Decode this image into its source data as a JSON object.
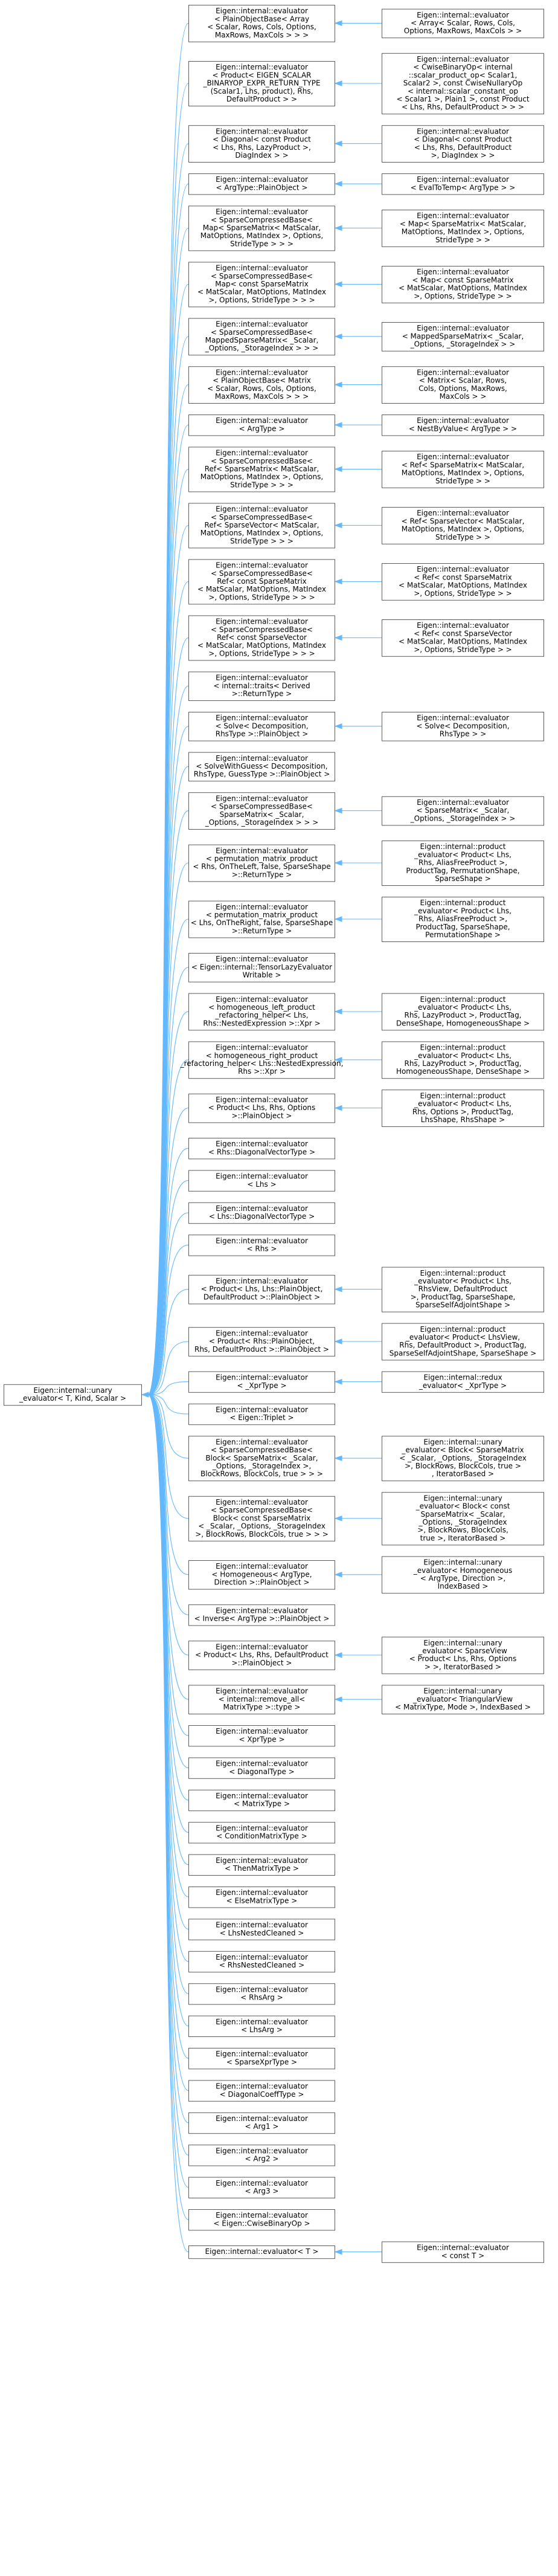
{
  "colors": {
    "edge": "#63b8ff",
    "node_border": "#5a5a5a",
    "background": "#ffffff",
    "text": "#000000"
  },
  "root": {
    "label": [
      "Eigen::internal::unary",
      "_evaluator< T, Kind, Scalar >"
    ]
  },
  "rows": [
    {
      "mid": [
        "Eigen::internal::evaluator",
        "< PlainObjectBase< Array",
        "< Scalar, Rows, Cols, Options,",
        "MaxRows, MaxCols > > >"
      ],
      "right": [
        "Eigen::internal::evaluator",
        "< Array< Scalar, Rows, Cols,",
        "Options, MaxRows, MaxCols > >"
      ]
    },
    {
      "mid": [
        "Eigen::internal::evaluator",
        "< Product< EIGEN_SCALAR",
        "_BINARYOP_EXPR_RETURN_TYPE",
        "(Scalar1, Lhs, product), Rhs,",
        "DefaultProduct > >"
      ],
      "right": [
        "Eigen::internal::evaluator",
        "< CwiseBinaryOp< internal",
        "::scalar_product_op< Scalar1,",
        "Scalar2 >, const CwiseNullaryOp",
        "< internal::scalar_constant_op",
        "< Scalar1 >, Plain1 >, const Product",
        "< Lhs, Rhs, DefaultProduct > > >"
      ]
    },
    {
      "mid": [
        "Eigen::internal::evaluator",
        "< Diagonal< const Product",
        "< Lhs, Rhs, LazyProduct >,",
        "DiagIndex > >"
      ],
      "right": [
        "Eigen::internal::evaluator",
        "< Diagonal< const Product",
        "< Lhs, Rhs, DefaultProduct",
        ">, DiagIndex > >"
      ]
    },
    {
      "mid": [
        "Eigen::internal::evaluator",
        "< ArgType::PlainObject >"
      ],
      "right": [
        "Eigen::internal::evaluator",
        "< EvalToTemp< ArgType > >"
      ]
    },
    {
      "mid": [
        "Eigen::internal::evaluator",
        "< SparseCompressedBase<",
        "Map< SparseMatrix< MatScalar,",
        "MatOptions, MatIndex >, Options,",
        "StrideType > > >"
      ],
      "right": [
        "Eigen::internal::evaluator",
        "< Map< SparseMatrix< MatScalar,",
        "MatOptions, MatIndex >, Options,",
        "StrideType > >"
      ]
    },
    {
      "mid": [
        "Eigen::internal::evaluator",
        "< SparseCompressedBase<",
        "Map< const SparseMatrix",
        "< MatScalar, MatOptions, MatIndex",
        ">, Options, StrideType > > >"
      ],
      "right": [
        "Eigen::internal::evaluator",
        "< Map< const SparseMatrix",
        "< MatScalar, MatOptions, MatIndex",
        ">, Options, StrideType > >"
      ]
    },
    {
      "mid": [
        "Eigen::internal::evaluator",
        "< SparseCompressedBase<",
        "MappedSparseMatrix< _Scalar,",
        "_Options, _StorageIndex > > >"
      ],
      "right": [
        "Eigen::internal::evaluator",
        "< MappedSparseMatrix< _Scalar,",
        "_Options, _StorageIndex > >"
      ]
    },
    {
      "mid": [
        "Eigen::internal::evaluator",
        "< PlainObjectBase< Matrix",
        "< Scalar, Rows, Cols, Options,",
        "MaxRows, MaxCols > > >"
      ],
      "right": [
        "Eigen::internal::evaluator",
        "< Matrix< Scalar, Rows,",
        "Cols, Options, MaxRows,",
        "MaxCols > >"
      ]
    },
    {
      "mid": [
        "Eigen::internal::evaluator",
        "< ArgType >"
      ],
      "right": [
        "Eigen::internal::evaluator",
        "< NestByValue< ArgType > >"
      ]
    },
    {
      "mid": [
        "Eigen::internal::evaluator",
        "< SparseCompressedBase<",
        "Ref< SparseMatrix< MatScalar,",
        "MatOptions, MatIndex >, Options,",
        "StrideType > > >"
      ],
      "right": [
        "Eigen::internal::evaluator",
        "< Ref< SparseMatrix< MatScalar,",
        "MatOptions, MatIndex >, Options,",
        "StrideType > >"
      ]
    },
    {
      "mid": [
        "Eigen::internal::evaluator",
        "< SparseCompressedBase<",
        "Ref< SparseVector< MatScalar,",
        "MatOptions, MatIndex >, Options,",
        "StrideType > > >"
      ],
      "right": [
        "Eigen::internal::evaluator",
        "< Ref< SparseVector< MatScalar,",
        "MatOptions, MatIndex >, Options,",
        "StrideType > >"
      ]
    },
    {
      "mid": [
        "Eigen::internal::evaluator",
        "< SparseCompressedBase<",
        "Ref< const SparseMatrix",
        "< MatScalar, MatOptions, MatIndex",
        ">, Options, StrideType > > >"
      ],
      "right": [
        "Eigen::internal::evaluator",
        "< Ref< const SparseMatrix",
        "< MatScalar, MatOptions, MatIndex",
        ">, Options, StrideType > >"
      ]
    },
    {
      "mid": [
        "Eigen::internal::evaluator",
        "< SparseCompressedBase<",
        "Ref< const SparseVector",
        "< MatScalar, MatOptions, MatIndex",
        ">, Options, StrideType > > >"
      ],
      "right": [
        "Eigen::internal::evaluator",
        "< Ref< const SparseVector",
        "< MatScalar, MatOptions, MatIndex",
        ">, Options, StrideType > >"
      ]
    },
    {
      "mid": [
        "Eigen::internal::evaluator",
        "< internal::traits< Derived",
        ">::ReturnType >"
      ]
    },
    {
      "mid": [
        "Eigen::internal::evaluator",
        "< Solve< Decomposition,",
        "RhsType >::PlainObject >"
      ],
      "right": [
        "Eigen::internal::evaluator",
        "< Solve< Decomposition,",
        "RhsType > >"
      ]
    },
    {
      "mid": [
        "Eigen::internal::evaluator",
        "< SolveWithGuess< Decomposition,",
        "RhsType, GuessType >::PlainObject >"
      ]
    },
    {
      "mid": [
        "Eigen::internal::evaluator",
        "< SparseCompressedBase<",
        "SparseMatrix< _Scalar,",
        "_Options, _StorageIndex > > >"
      ],
      "right": [
        "Eigen::internal::evaluator",
        "< SparseMatrix< _Scalar,",
        "_Options, _StorageIndex > >"
      ]
    },
    {
      "mid": [
        "Eigen::internal::evaluator",
        "< permutation_matrix_product",
        "< Rhs, OnTheLeft, false, SparseShape",
        ">::ReturnType >"
      ],
      "right": [
        "Eigen::internal::product",
        "_evaluator< Product< Lhs,",
        "Rhs, AliasFreeProduct >,",
        "ProductTag, PermutationShape,",
        "SparseShape >"
      ]
    },
    {
      "mid": [
        "Eigen::internal::evaluator",
        "< permutation_matrix_product",
        "< Lhs, OnTheRight, false, SparseShape",
        ">::ReturnType >"
      ],
      "right": [
        "Eigen::internal::product",
        "_evaluator< Product< Lhs,",
        "Rhs, AliasFreeProduct >,",
        "ProductTag, SparseShape,",
        "PermutationShape >"
      ]
    },
    {
      "mid": [
        "Eigen::internal::evaluator",
        "< Eigen::internal::TensorLazyEvaluator",
        "Writable >"
      ]
    },
    {
      "mid": [
        "Eigen::internal::evaluator",
        "< homogeneous_left_product",
        "_refactoring_helper< Lhs,",
        "Rhs::NestedExpression >::Xpr >"
      ],
      "right": [
        "Eigen::internal::product",
        "_evaluator< Product< Lhs,",
        "Rhs, LazyProduct >, ProductTag,",
        "DenseShape, HomogeneousShape >"
      ]
    },
    {
      "mid": [
        "Eigen::internal::evaluator",
        "< homogeneous_right_product",
        "_refactoring_helper< Lhs::NestedExpression,",
        "Rhs >::Xpr >"
      ],
      "right": [
        "Eigen::internal::product",
        "_evaluator< Product< Lhs,",
        "Rhs, LazyProduct >, ProductTag,",
        "HomogeneousShape, DenseShape >"
      ]
    },
    {
      "mid": [
        "Eigen::internal::evaluator",
        "< Product< Lhs, Rhs, Options",
        ">::PlainObject >"
      ],
      "right": [
        "Eigen::internal::product",
        "_evaluator< Product< Lhs,",
        "Rhs, Options >, ProductTag,",
        "LhsShape, RhsShape >"
      ]
    },
    {
      "mid": [
        "Eigen::internal::evaluator",
        "< Rhs::DiagonalVectorType >"
      ]
    },
    {
      "mid": [
        "Eigen::internal::evaluator",
        "< Lhs >"
      ]
    },
    {
      "mid": [
        "Eigen::internal::evaluator",
        "< Lhs::DiagonalVectorType >"
      ]
    },
    {
      "mid": [
        "Eigen::internal::evaluator",
        "< Rhs >"
      ]
    },
    {
      "mid": [
        "Eigen::internal::evaluator",
        "< Product< Lhs, Lhs::PlainObject,",
        "DefaultProduct >::PlainObject >"
      ],
      "right": [
        "Eigen::internal::product",
        "_evaluator< Product< Lhs,",
        "RhsView, DefaultProduct",
        ">, ProductTag, SparseShape,",
        "SparseSelfAdjointShape >"
      ]
    },
    {
      "mid": [
        "Eigen::internal::evaluator",
        "< Product< Rhs::PlainObject,",
        "Rhs, DefaultProduct >::PlainObject >"
      ],
      "right": [
        "Eigen::internal::product",
        "_evaluator< Product< LhsView,",
        "Rhs, DefaultProduct >, ProductTag,",
        "SparseSelfAdjointShape, SparseShape >"
      ]
    },
    {
      "mid": [
        "Eigen::internal::evaluator",
        "< _XprType >"
      ],
      "right": [
        "Eigen::internal::redux",
        "_evaluator< _XprType >"
      ]
    },
    {
      "mid": [
        "Eigen::internal::evaluator",
        "< Eigen::Triplet >"
      ]
    },
    {
      "mid": [
        "Eigen::internal::evaluator",
        "< SparseCompressedBase<",
        "Block< SparseMatrix< _Scalar,",
        "_Options, _StorageIndex >,",
        "BlockRows, BlockCols, true > > >"
      ],
      "right": [
        "Eigen::internal::unary",
        "_evaluator< Block< SparseMatrix",
        "< _Scalar, _Options, _StorageIndex",
        " >, BlockRows, BlockCols, true >",
        ", IteratorBased >"
      ]
    },
    {
      "mid": [
        "Eigen::internal::evaluator",
        "< SparseCompressedBase<",
        "Block< const SparseMatrix",
        "< _Scalar, _Options, _StorageIndex",
        ">, BlockRows, BlockCols, true > > >"
      ],
      "right": [
        "Eigen::internal::unary",
        "_evaluator< Block< const",
        "SparseMatrix< _Scalar,",
        "_Options, _StorageIndex",
        ">, BlockRows, BlockCols,",
        "true >, IteratorBased >"
      ]
    },
    {
      "mid": [
        "Eigen::internal::evaluator",
        "< Homogeneous< ArgType,",
        "Direction >::PlainObject >"
      ],
      "right": [
        "Eigen::internal::unary",
        "_evaluator< Homogeneous",
        "< ArgType, Direction >,",
        "IndexBased >"
      ]
    },
    {
      "mid": [
        "Eigen::internal::evaluator",
        "< Inverse< ArgType >::PlainObject >"
      ]
    },
    {
      "mid": [
        "Eigen::internal::evaluator",
        "< Product< Lhs, Rhs, DefaultProduct",
        ">::PlainObject >"
      ],
      "right": [
        "Eigen::internal::unary",
        "_evaluator< SparseView",
        "< Product< Lhs, Rhs, Options",
        "> >, IteratorBased >"
      ]
    },
    {
      "mid": [
        "Eigen::internal::evaluator",
        "< internal::remove_all<",
        "MatrixType >::type >"
      ],
      "right": [
        "Eigen::internal::unary",
        "_evaluator< TriangularView",
        "< MatrixType, Mode >, IndexBased >"
      ]
    },
    {
      "mid": [
        "Eigen::internal::evaluator",
        "< XprType >"
      ]
    },
    {
      "mid": [
        "Eigen::internal::evaluator",
        "< DiagonalType >"
      ]
    },
    {
      "mid": [
        "Eigen::internal::evaluator",
        "< MatrixType >"
      ]
    },
    {
      "mid": [
        "Eigen::internal::evaluator",
        "< ConditionMatrixType >"
      ]
    },
    {
      "mid": [
        "Eigen::internal::evaluator",
        "< ThenMatrixType >"
      ]
    },
    {
      "mid": [
        "Eigen::internal::evaluator",
        "< ElseMatrixType >"
      ]
    },
    {
      "mid": [
        "Eigen::internal::evaluator",
        "< LhsNestedCleaned >"
      ]
    },
    {
      "mid": [
        "Eigen::internal::evaluator",
        "< RhsNestedCleaned >"
      ]
    },
    {
      "mid": [
        "Eigen::internal::evaluator",
        "< RhsArg >"
      ]
    },
    {
      "mid": [
        "Eigen::internal::evaluator",
        "< LhsArg >"
      ]
    },
    {
      "mid": [
        "Eigen::internal::evaluator",
        "< SparseXprType >"
      ]
    },
    {
      "mid": [
        "Eigen::internal::evaluator",
        "< DiagonalCoeffType >"
      ]
    },
    {
      "mid": [
        "Eigen::internal::evaluator",
        "< Arg1 >"
      ]
    },
    {
      "mid": [
        "Eigen::internal::evaluator",
        "< Arg2 >"
      ]
    },
    {
      "mid": [
        "Eigen::internal::evaluator",
        "< Arg3 >"
      ]
    },
    {
      "mid": [
        "Eigen::internal::evaluator",
        "< Eigen::CwiseBinaryOp >"
      ]
    },
    {
      "mid": [
        "Eigen::internal::evaluator< T >"
      ],
      "right": [
        "Eigen::internal::evaluator",
        "< const T >"
      ]
    }
  ]
}
